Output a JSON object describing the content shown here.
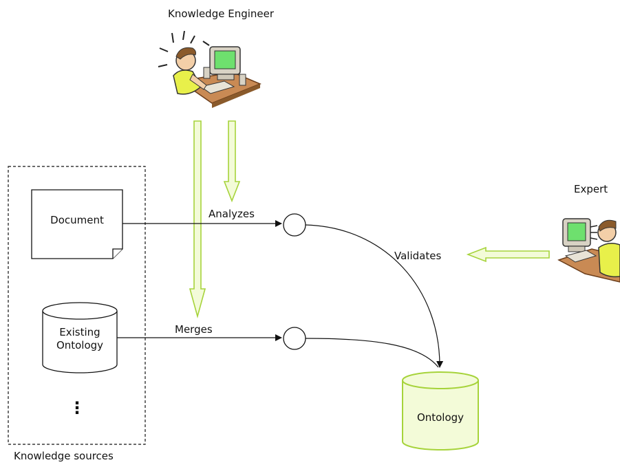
{
  "labels": {
    "knowledge_engineer": "Knowledge Engineer",
    "expert": "Expert",
    "knowledge_sources": "Knowledge sources",
    "document": "Document",
    "existing_ontology_line1": "Existing",
    "existing_ontology_line2": "Ontology",
    "ellipsis": "⋮",
    "ontology": "Ontology",
    "analyzes": "Analyzes",
    "merges": "Merges",
    "validates": "Validates"
  },
  "colors": {
    "green_fill": "#f3fbd8",
    "green_stroke": "#a6d33a",
    "line": "#111111",
    "dashed_border": "#111111"
  },
  "icons": {
    "knowledge_engineer": "person-at-computer-icon",
    "expert": "person-at-computer-icon"
  }
}
